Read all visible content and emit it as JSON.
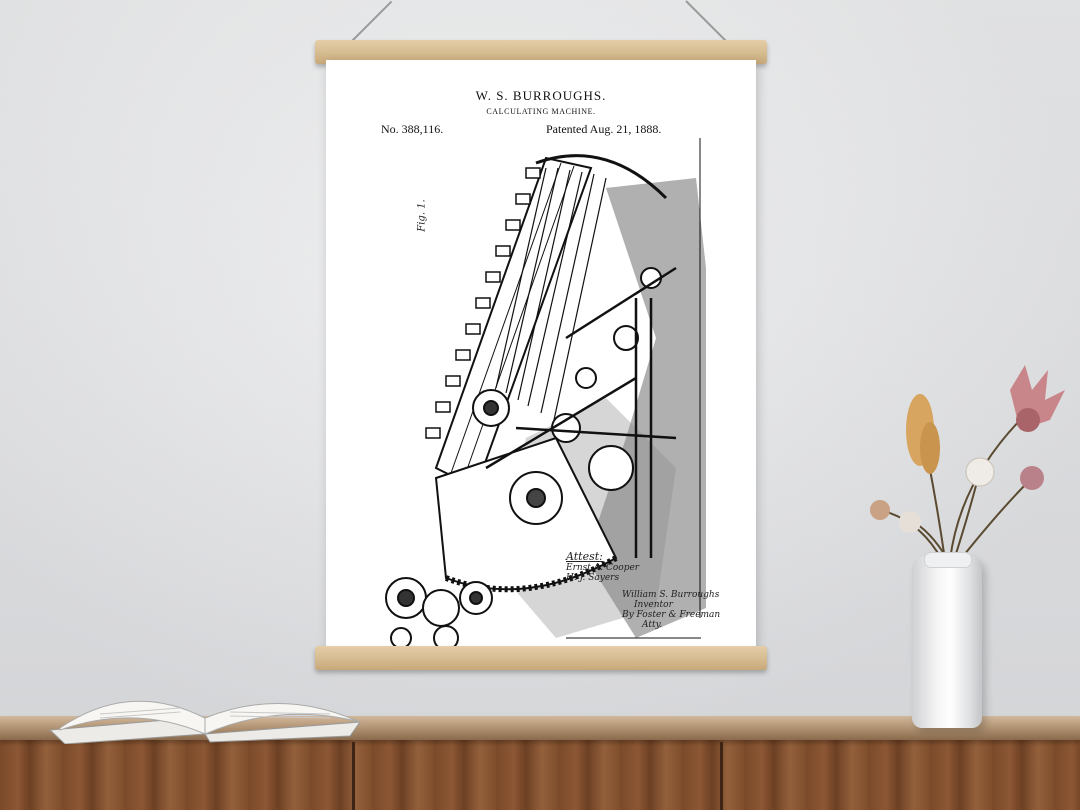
{
  "poster": {
    "title": "W. S. BURROUGHS.",
    "subtitle": "CALCULATING MACHINE.",
    "number": "No. 388,116.",
    "patented": "Patented Aug. 21, 1888.",
    "figure_tag": "Fig. 1.",
    "attest_label": "Attest:",
    "attest_signatures": [
      "Ernst A. Cooper",
      "H. J. Sayers"
    ],
    "inventor_lines": [
      "William S. Burroughs",
      "Inventor",
      "By Foster & Freeman",
      "Atty."
    ]
  },
  "colors": {
    "wall": "#e3e4e6",
    "rod_wood": "#d7bd92",
    "sideboard_wood": "#7f4e2c",
    "vase": "#f1f1f2",
    "ink": "#111111"
  }
}
